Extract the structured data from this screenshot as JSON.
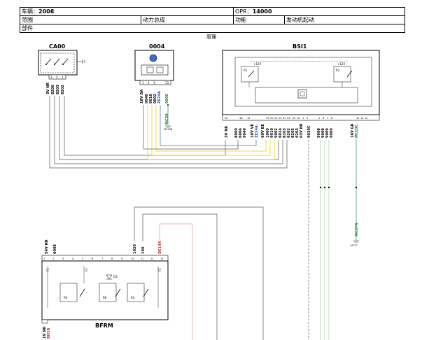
{
  "header": {
    "vehicle_label": "车辆：",
    "vehicle_value": "2008",
    "opr_label": "OPR：",
    "opr_value": "14000",
    "scope_label": "范围",
    "scope_value": "动力总成",
    "function_label": "功能",
    "function_value": "发动机起动",
    "component_label": "部件"
  },
  "principle_label": "原理",
  "components": {
    "ca00": {
      "label": "CA00",
      "wire_labels": [
        "3V NR",
        "8200",
        "8203",
        "8202"
      ],
      "pins": [
        "3",
        "2",
        "1"
      ]
    },
    "c0004": {
      "label": "0004",
      "wire_labels": [
        "18V BA",
        "9040",
        "9010",
        "9002",
        "ZE24A",
        "9000",
        "9000H",
        "MC30",
        "MC30B"
      ],
      "pins": [
        "1",
        "2",
        "3",
        "13"
      ]
    },
    "bsi1": {
      "label": "BSI1",
      "inner_labels": [
        "+12V",
        "+12V",
        "R1",
        "R2"
      ],
      "wire_labels": [
        "3V NR",
        "8000",
        "6004",
        "9040",
        "10V VE",
        "ZE24A",
        "60V BE",
        "1000",
        "9010",
        "9002",
        "6024",
        "8203",
        "6202",
        "8205",
        "6203",
        "03V NR",
        "9030C",
        "9008",
        "9008",
        "9009",
        "9009",
        "16V GR",
        "MC03C",
        "MC37A",
        "MC37"
      ],
      "pins": [
        "2A",
        "4A",
        "15",
        "19",
        "20",
        "21",
        "22",
        "23",
        "24",
        "25",
        "26",
        "3",
        "4",
        "5",
        "6",
        "7",
        "8",
        "12",
        "13",
        "14"
      ]
    },
    "bfrm": {
      "label": "BFRM",
      "top_wire_labels": [
        "54V NR",
        "6008",
        "1020",
        "190",
        "DE14A"
      ],
      "bottom_wire_labels": [
        "1V ND",
        "BH3B"
      ],
      "inner_labels": [
        "R4",
        "R5",
        "R6",
        "D3",
        "F1",
        "F2",
        "F3"
      ],
      "pins": [
        "1",
        "2",
        "3",
        "4",
        "5",
        "6",
        "7",
        "8",
        "9",
        "10",
        "11",
        "12",
        "13"
      ]
    }
  }
}
